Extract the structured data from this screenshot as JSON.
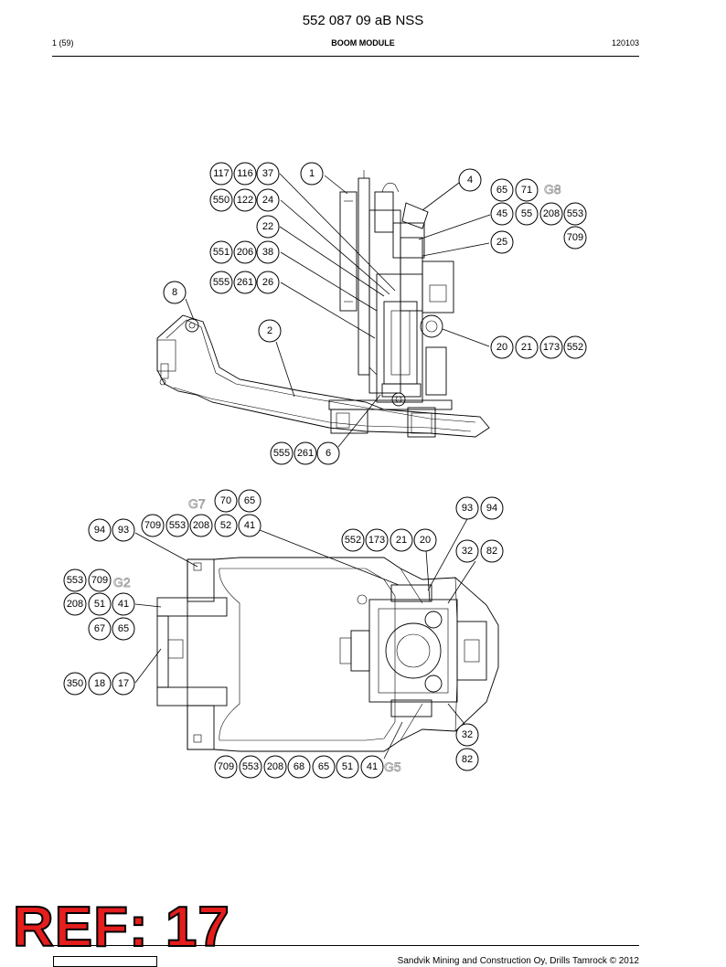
{
  "header": {
    "doc_number": "552 087 09 aB NSS",
    "page": "1 (59)",
    "title": "BOOM MODULE",
    "date_code": "120103"
  },
  "footer": {
    "copyright": "Sandvik Mining and Construction Oy, Drills Tamrock © 2012"
  },
  "stamp": {
    "text": "REF: 17",
    "color": "#e41d1d"
  },
  "grid_labels": [
    "G8",
    "G7",
    "G2",
    "G5"
  ],
  "callouts_side_view": [
    "117",
    "116",
    "37",
    "1",
    "550",
    "122",
    "24",
    "22",
    "551",
    "206",
    "38",
    "555",
    "261",
    "26",
    "8",
    "2",
    "4",
    "65",
    "71",
    "45",
    "55",
    "208",
    "553",
    "709",
    "25",
    "20",
    "21",
    "173",
    "552",
    "555",
    "261",
    "6"
  ],
  "callouts_top_view": [
    "70",
    "65",
    "709",
    "553",
    "208",
    "52",
    "41",
    "94",
    "93",
    "93",
    "94",
    "552",
    "173",
    "21",
    "20",
    "32",
    "82",
    "553",
    "709",
    "208",
    "51",
    "41",
    "67",
    "65",
    "350",
    "18",
    "17",
    "32",
    "82",
    "709",
    "553",
    "208",
    "68",
    "65",
    "51",
    "41"
  ]
}
